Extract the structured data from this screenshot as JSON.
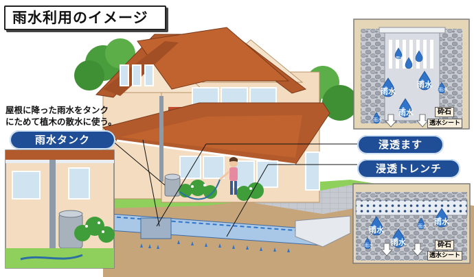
{
  "title": "雨水利用のイメージ",
  "description": [
    "屋根に降った雨水をタンク",
    "にためて植木の散水に使う。"
  ],
  "labels": {
    "rain_tank": "雨水タンク",
    "infiltration_basin": "浸透ます",
    "infiltration_trench": "浸透トレンチ"
  },
  "basin_detail": {
    "drop_label_large": "雨水",
    "drop_label_small": "雨水",
    "gravel": "砕石",
    "sheet": "透水シート"
  },
  "trench_detail": {
    "drop_label_large": "雨水",
    "drop_label_small": "雨水",
    "gravel": "砕石",
    "sheet": "透水シート"
  },
  "colors": {
    "label_bg": "#1f4e96",
    "roof": "#b35a2c",
    "wall": "#f3dcc0",
    "water": "#2f74c9",
    "gravel": "#b8bcc4",
    "lawn": "#8fcf5c"
  }
}
